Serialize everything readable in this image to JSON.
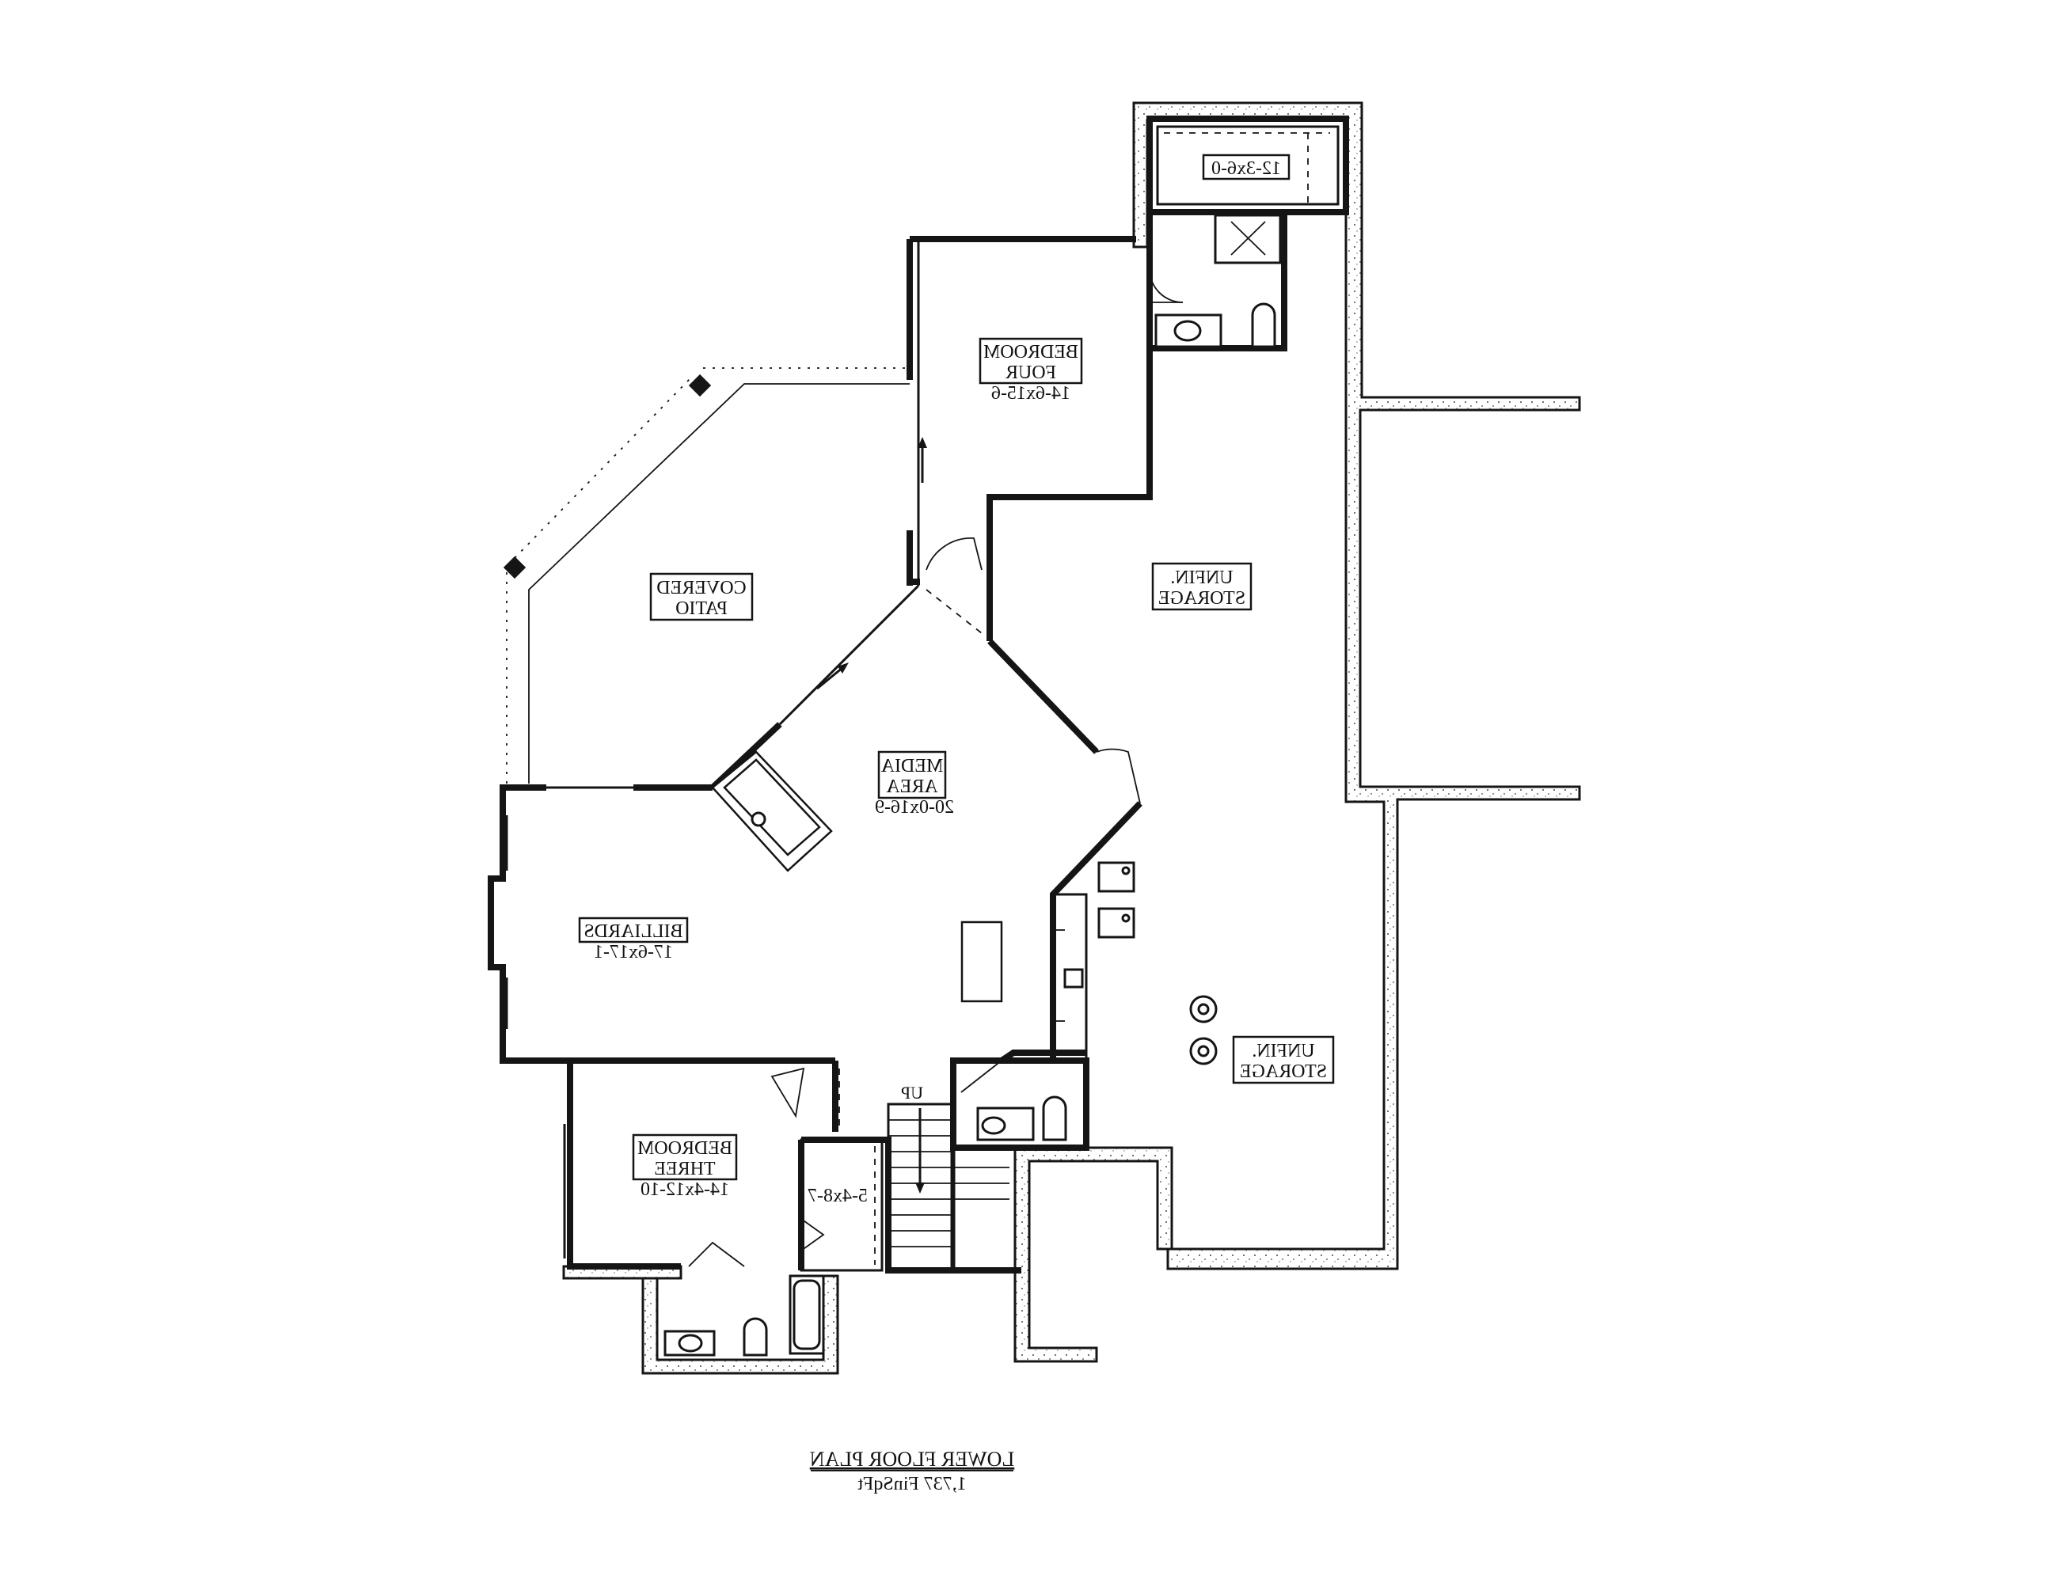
{
  "rooms": {
    "room_12x6": {
      "dims": "12-3x6-0"
    },
    "bedroom_four": {
      "line1": "BEDROOM",
      "line2": "FOUR",
      "dims": "14-6x15-6"
    },
    "covered_patio": {
      "line1": "COVERED",
      "line2": "PATIO"
    },
    "unfin_storage_1": {
      "line1": "UNFIN.",
      "line2": "STORAGE"
    },
    "media_area": {
      "line1": "MEDIA",
      "line2": "AREA",
      "dims": "20-0x16-9"
    },
    "billiards": {
      "line1": "BILLIARDS",
      "dims": "17-6x17-1"
    },
    "unfin_storage_2": {
      "line1": "UNFIN.",
      "line2": "STORAGE"
    },
    "bedroom_three": {
      "line1": "BEDROOM",
      "line2": "THREE",
      "dims": "14-4x12-10"
    },
    "closet": {
      "dims": "5-4x8-7"
    }
  },
  "stair": {
    "label": "UP"
  },
  "caption": {
    "title": "LOWER FLOOR PLAN",
    "subtitle": "1,737 FinSqFt"
  },
  "colors": {
    "line": "#151515",
    "background": "#ffffff"
  }
}
